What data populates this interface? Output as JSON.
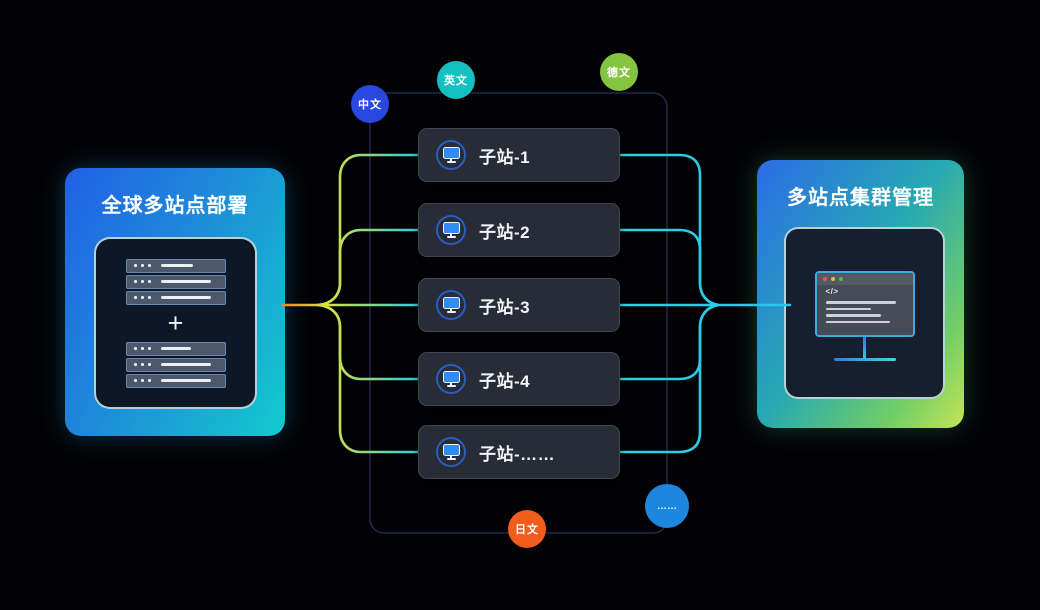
{
  "diagram": {
    "left_card": {
      "title": "全球多站点部署",
      "plus_sign": "+"
    },
    "right_card": {
      "title": "多站点集群管理",
      "code_glyph": "</>"
    },
    "sites": [
      {
        "label": "子站-1"
      },
      {
        "label": "子站-2"
      },
      {
        "label": "子站-3"
      },
      {
        "label": "子站-4"
      },
      {
        "label": "子站-……"
      }
    ],
    "badges": [
      {
        "id": "zh",
        "label": "中文",
        "color": "#2948e0"
      },
      {
        "id": "en",
        "label": "英文",
        "color": "#14c0c0"
      },
      {
        "id": "de",
        "label": "德文",
        "color": "#84c43e"
      },
      {
        "id": "ja",
        "label": "日文",
        "color": "#f25c1d"
      },
      {
        "id": "more",
        "label": "……",
        "color": "#1d86dd"
      }
    ],
    "colors": {
      "line_left_start": "#ef8c12",
      "line_left_mid": "#dce23e",
      "line_left_end": "#2fc9dc",
      "line_right_start": "#2ad2e0",
      "line_right_end": "#27c6ee",
      "frame_stroke": "rgba(82,106,190,0.45)",
      "mon_dot_red": "#e05555",
      "mon_dot_yellow": "#ddb84a",
      "mon_dot_green": "#55bb55"
    }
  }
}
